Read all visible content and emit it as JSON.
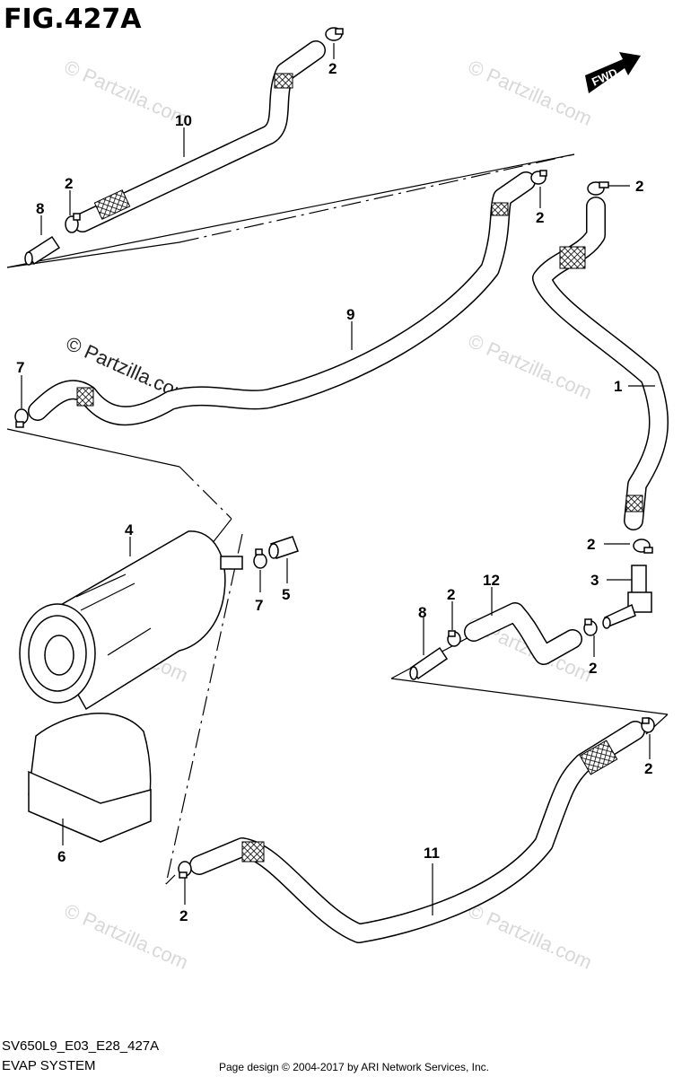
{
  "figure": {
    "title": "FIG.427A",
    "code": "SV650L9_E03_E28_427A",
    "system_name": "EVAP SYSTEM",
    "credit": "Page design © 2004-2017 by ARI Network Services, Inc.",
    "fwd_label": "FWD"
  },
  "watermark": {
    "text": "© Partzilla.com"
  },
  "callouts": [
    {
      "id": "c-2-top",
      "label": "2"
    },
    {
      "id": "c-10",
      "label": "10"
    },
    {
      "id": "c-2-left",
      "label": "2"
    },
    {
      "id": "c-8-top",
      "label": "8"
    },
    {
      "id": "c-2-mid",
      "label": "2"
    },
    {
      "id": "c-2-right",
      "label": "2"
    },
    {
      "id": "c-9",
      "label": "9"
    },
    {
      "id": "c-7-left",
      "label": "7"
    },
    {
      "id": "c-1",
      "label": "1"
    },
    {
      "id": "c-4",
      "label": "4"
    },
    {
      "id": "c-7-mid",
      "label": "7"
    },
    {
      "id": "c-5",
      "label": "5"
    },
    {
      "id": "c-2-clamp",
      "label": "2"
    },
    {
      "id": "c-3",
      "label": "3"
    },
    {
      "id": "c-12",
      "label": "12"
    },
    {
      "id": "c-2-12",
      "label": "2"
    },
    {
      "id": "c-8-bot",
      "label": "8"
    },
    {
      "id": "c-2-3",
      "label": "2"
    },
    {
      "id": "c-2-bot-right",
      "label": "2"
    },
    {
      "id": "c-6",
      "label": "6"
    },
    {
      "id": "c-11",
      "label": "11"
    },
    {
      "id": "c-2-bot-left",
      "label": "2"
    }
  ]
}
